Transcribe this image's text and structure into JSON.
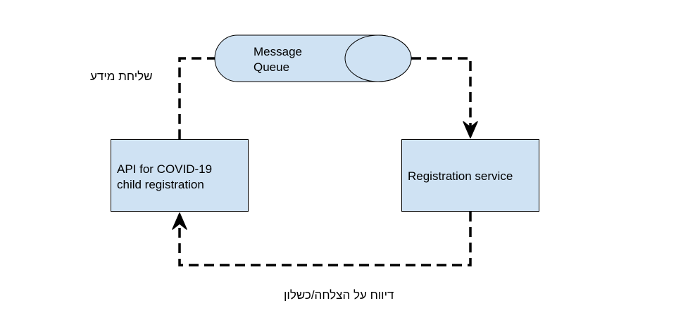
{
  "colors": {
    "node_fill": "#cfe2f3",
    "stroke": "#000000",
    "background": "#ffffff"
  },
  "nodes": {
    "queue": {
      "line1": "Message",
      "line2": "Queue"
    },
    "api": {
      "line1": "API for COVID-19",
      "line2": "child registration"
    },
    "service": {
      "label": "Registration service"
    }
  },
  "edges": {
    "send_label": "שליחת מידע",
    "report_label": "דיווח על הצלחה/כשלון"
  }
}
